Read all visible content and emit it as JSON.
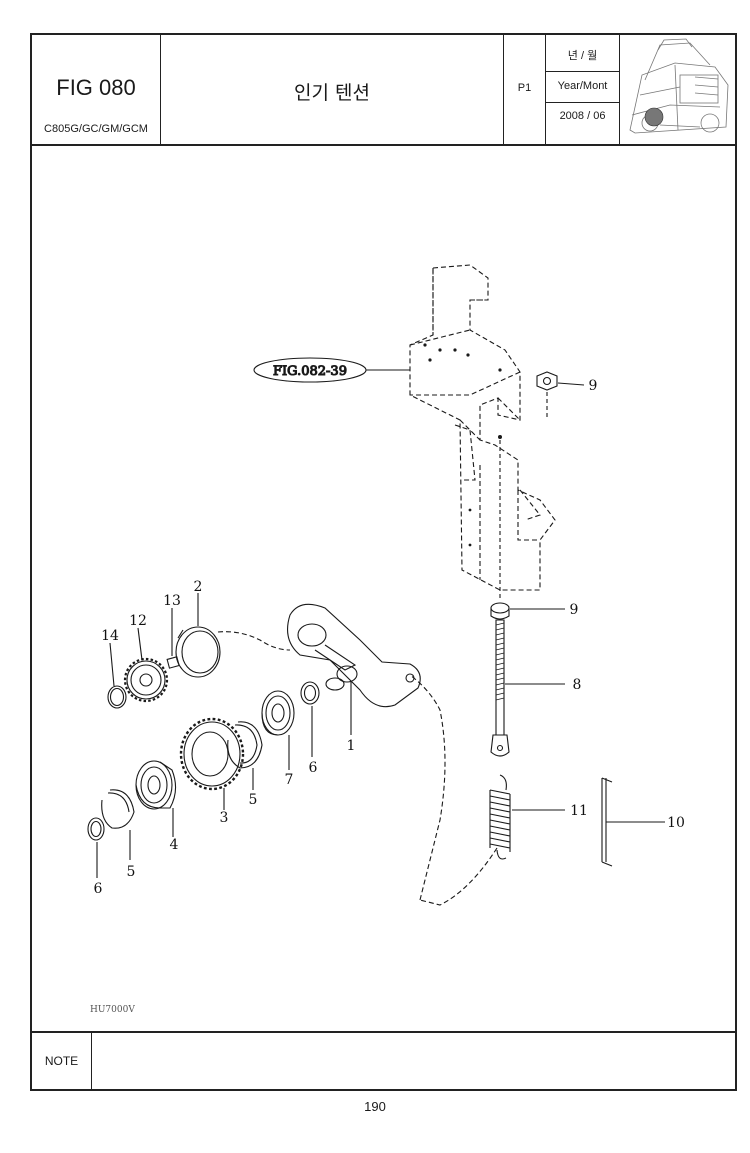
{
  "header": {
    "fig_label": "FIG 080",
    "model": "C805G/GC/GM/GCM",
    "title": "인기 텐션",
    "page": "P1",
    "year_month_kr": "년 / 월",
    "year_month_en": "Year/Mont",
    "date": "2008 / 06"
  },
  "diagram": {
    "ref_label": "FIG.082-39",
    "callouts": [
      "1",
      "2",
      "3",
      "4",
      "5",
      "5",
      "6",
      "6",
      "7",
      "8",
      "9",
      "9",
      "10",
      "11",
      "12",
      "13",
      "14"
    ],
    "drawing_code": "HU7000V"
  },
  "note": {
    "label": "NOTE"
  },
  "footer": {
    "page_number": "190"
  }
}
